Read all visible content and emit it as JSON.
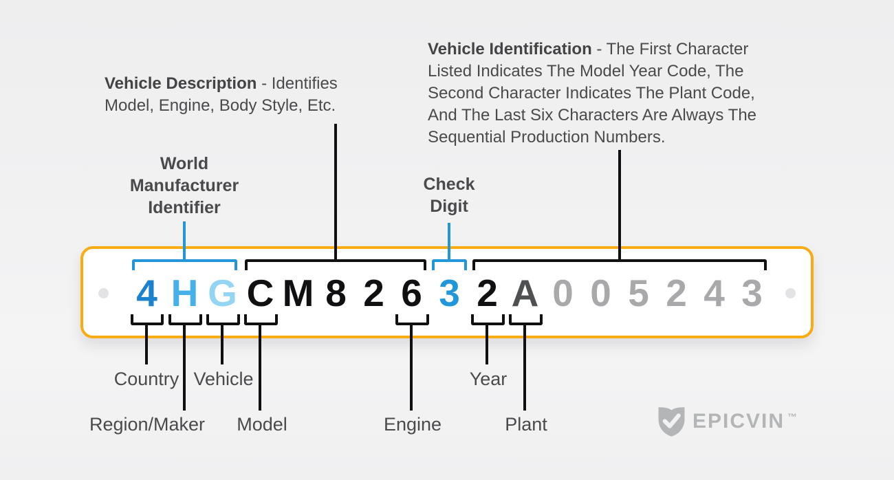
{
  "colors": {
    "plate_border_orange": "#F8AC14",
    "accent_blue": "#2196D8",
    "vin_blue_dark": "#1D82CE",
    "vin_blue_mid": "#45B1E8",
    "vin_blue_light": "#93D5F3",
    "vin_black": "#101012",
    "vin_dark_gray": "#4F5052",
    "vin_light_gray": "#A9A9AC",
    "annotation_text": "#4A4A4D",
    "logo_gray": "#B4B5B7"
  },
  "vin": {
    "value": "4HGCM82632A005243",
    "characters": [
      {
        "ch": "4",
        "color": "#1D82CE"
      },
      {
        "ch": "H",
        "color": "#45B1E8"
      },
      {
        "ch": "G",
        "color": "#93D5F3"
      },
      {
        "ch": "C",
        "color": "#101012"
      },
      {
        "ch": "M",
        "color": "#101012"
      },
      {
        "ch": "8",
        "color": "#101012"
      },
      {
        "ch": "2",
        "color": "#101012"
      },
      {
        "ch": "6",
        "color": "#101012"
      },
      {
        "ch": "3",
        "color": "#2196D8"
      },
      {
        "ch": "2",
        "color": "#101012"
      },
      {
        "ch": "A",
        "color": "#4F5052"
      },
      {
        "ch": "0",
        "color": "#A9A9AC"
      },
      {
        "ch": "0",
        "color": "#A9A9AC"
      },
      {
        "ch": "5",
        "color": "#A9A9AC"
      },
      {
        "ch": "2",
        "color": "#A9A9AC"
      },
      {
        "ch": "4",
        "color": "#A9A9AC"
      },
      {
        "ch": "3",
        "color": "#A9A9AC"
      }
    ]
  },
  "annotations": {
    "vehicle_description": {
      "title": "Vehicle Description",
      "line1_rest": " - Identifies",
      "line2": "Model, Engine, Body Style, Etc."
    },
    "vehicle_identification": {
      "title": "Vehicle Identification",
      "line1_rest": " - The First Character",
      "line2": "Listed Indicates The Model Year Code, The",
      "line3": "Second Character Indicates The Plant Code,",
      "line4": "And The Last Six Characters Are Always The",
      "line5": "Sequential Production Numbers."
    },
    "world_manufacturer_identifier": {
      "line1": "World",
      "line2": "Manufacturer",
      "line3": "Identifier"
    },
    "check_digit": {
      "line1": "Check",
      "line2": "Digit"
    }
  },
  "position_labels": {
    "country": "Country",
    "region_maker": "Region/Maker",
    "vehicle": "Vehicle",
    "model": "Model",
    "engine": "Engine",
    "year": "Year",
    "plant": "Plant"
  },
  "logo": {
    "brand": "EPICVIN",
    "trademark": "™"
  }
}
